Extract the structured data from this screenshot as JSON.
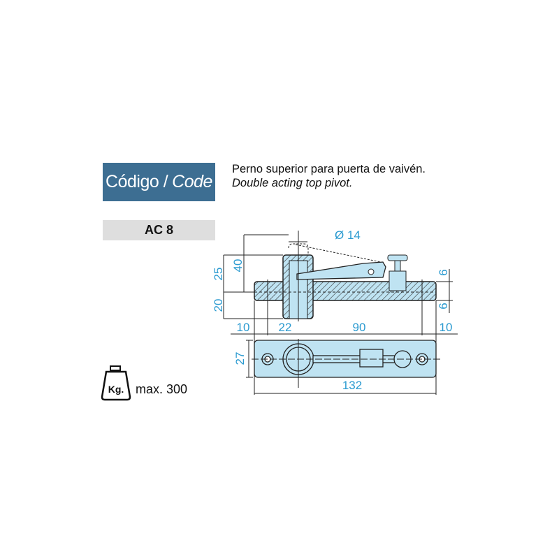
{
  "header": {
    "code_label": "Código /",
    "code_label_en": "Code",
    "reference": "AC 8"
  },
  "description": {
    "es": "Perno superior para puerta de vaivén.",
    "en": "Double acting top pivot."
  },
  "load": {
    "icon_text": "Kg.",
    "max_label": "max. 300"
  },
  "dimensions": {
    "diameter": "Ø 14",
    "h25": "25",
    "h40": "40",
    "h20": "20",
    "t6_top": "6",
    "t6_bottom": "6",
    "w10_left": "10",
    "w22": "22",
    "w90": "90",
    "w10_right": "10",
    "h27": "27",
    "w132": "132"
  },
  "colors": {
    "header_blue": "#3d6e92",
    "part_fill": "#bfe3f2",
    "dim_blue": "#2a9ad0"
  }
}
